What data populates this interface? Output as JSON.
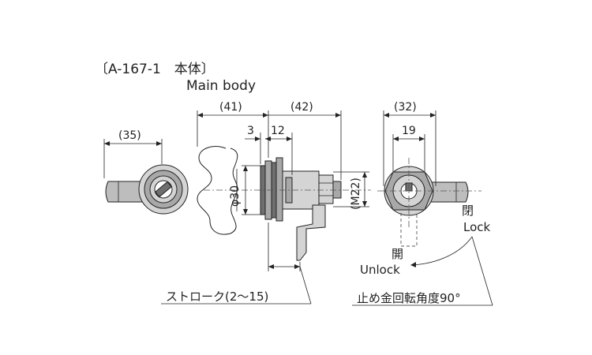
{
  "title": {
    "code": "〔A-167-1　本体〕",
    "english": "Main body"
  },
  "dimensions": {
    "d35": "(35)",
    "d41": "(41)",
    "d42": "(42)",
    "d3": "3",
    "d12": "12",
    "d32": "(32)",
    "d19": "19",
    "phi30": "φ30",
    "m22": "(M22)"
  },
  "annotations": {
    "lock_jp": "閉",
    "lock_en": "Lock",
    "unlock_jp": "開",
    "unlock_en": "Unlock",
    "stroke": "ストローク(2〜15)",
    "rotation": "止め金回転角度90°"
  }
}
